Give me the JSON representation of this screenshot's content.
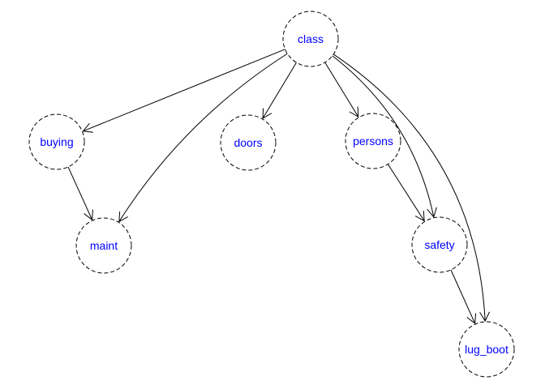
{
  "graph": {
    "label_color": "#0000ff",
    "line_color": "#000000",
    "nodes": {
      "class": "class",
      "buying": "buying",
      "doors": "doors",
      "persons": "persons",
      "maint": "maint",
      "safety": "safety",
      "lug_boot": "lug_boot"
    },
    "edges": [
      {
        "from": "class",
        "to": "buying"
      },
      {
        "from": "class",
        "to": "maint"
      },
      {
        "from": "class",
        "to": "doors"
      },
      {
        "from": "class",
        "to": "persons"
      },
      {
        "from": "class",
        "to": "safety"
      },
      {
        "from": "class",
        "to": "lug_boot"
      },
      {
        "from": "buying",
        "to": "maint"
      },
      {
        "from": "persons",
        "to": "safety"
      },
      {
        "from": "safety",
        "to": "lug_boot"
      }
    ]
  }
}
